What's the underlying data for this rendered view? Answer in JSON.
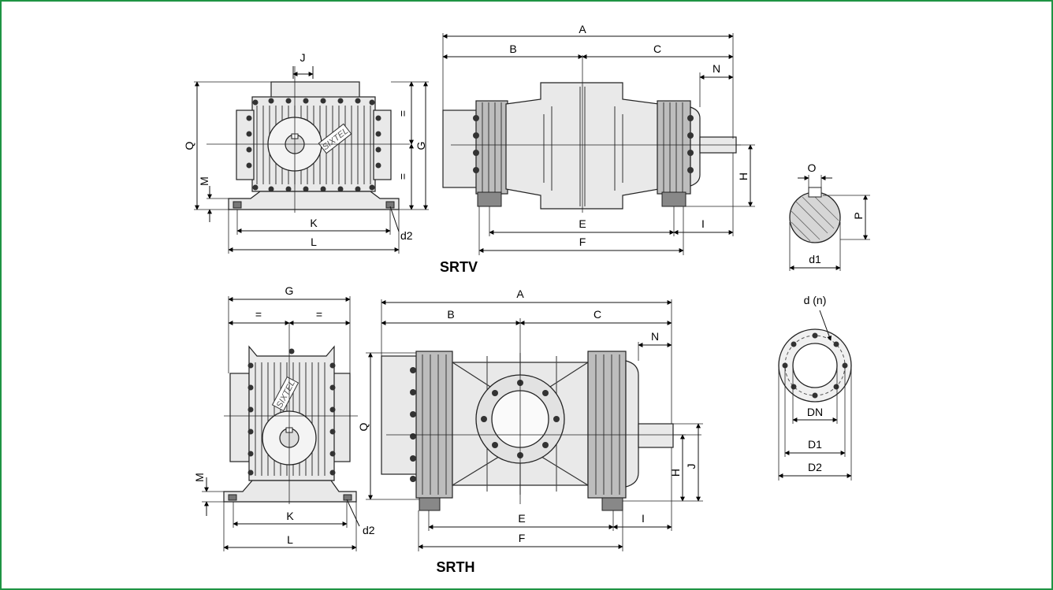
{
  "frame_color": "#1e9443",
  "models": {
    "top": "SRTV",
    "bottom": "SRTH"
  },
  "brand": "SIXTEL",
  "labels": {
    "A": "A",
    "B": "B",
    "C": "C",
    "D1": "D1",
    "D2": "D2",
    "DN": "DN",
    "E": "E",
    "F": "F",
    "G": "G",
    "H": "H",
    "I": "I",
    "J": "J",
    "K": "K",
    "L": "L",
    "M": "M",
    "N": "N",
    "O": "O",
    "P": "P",
    "Q": "Q",
    "d1": "d1",
    "d2": "d2",
    "dn": "d (n)",
    "eq": "="
  }
}
